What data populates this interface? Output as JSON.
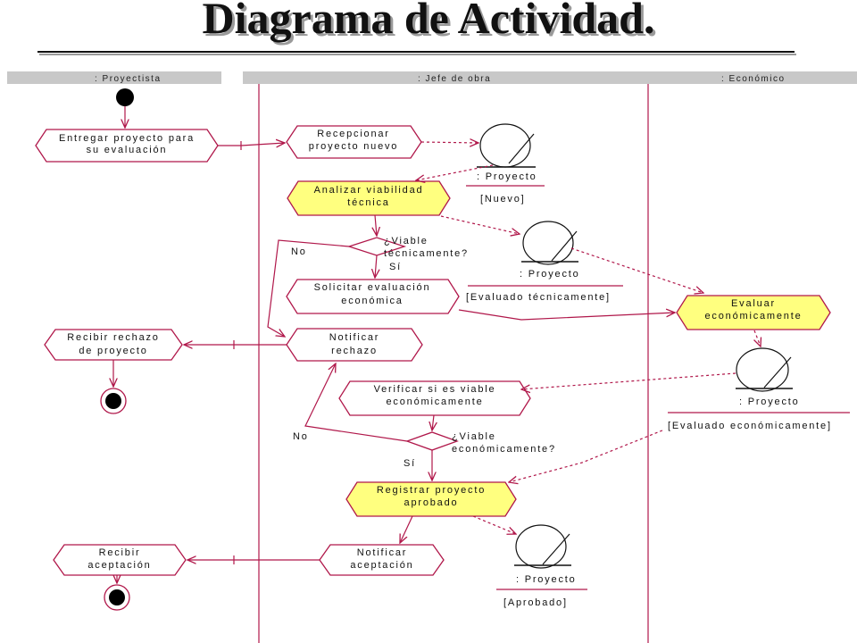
{
  "title": "Diagrama de Actividad.",
  "colors": {
    "line": "#b0174a",
    "highlight": "#ffff7f",
    "lane_header": "#c8c8c8"
  },
  "lanes": [
    ": Proyectista",
    ": Jefe de obra",
    ": Económico"
  ],
  "activities": {
    "entregar": [
      "Entregar proyecto para",
      "su evaluación"
    ],
    "recepcionar": [
      "Recepcionar",
      "proyecto nuevo"
    ],
    "analizar": [
      "Analizar viabilidad",
      "técnica"
    ],
    "solicitar": [
      "Solicitar evaluación",
      "económica"
    ],
    "evaluar": [
      "Evaluar",
      "económicamente"
    ],
    "recibir_rechazo": [
      "Recibir rechazo",
      "de proyecto"
    ],
    "notificar_rechazo": [
      "Notificar",
      "rechazo"
    ],
    "verificar": [
      "Verificar si es viable",
      "económicamente"
    ],
    "registrar": [
      "Registrar proyecto",
      "aprobado"
    ],
    "recibir_aceptacion": [
      "Recibir",
      "aceptación"
    ],
    "notificar_aceptacion": [
      "Notificar",
      "aceptación"
    ]
  },
  "objects": [
    {
      "name": ": Proyecto",
      "state": "[Nuevo]"
    },
    {
      "name": ": Proyecto",
      "state": "[Evaluado técnicamente]"
    },
    {
      "name": ": Proyecto",
      "state": "[Evaluado económicamente]"
    },
    {
      "name": ": Proyecto",
      "state": "[Aprobado]"
    }
  ],
  "decisions": {
    "tecnica": {
      "question": [
        "¿Viable",
        "técnicamente?"
      ],
      "yes": "Sí",
      "no": "No"
    },
    "economica": {
      "question": [
        "¿Viable",
        "económicamente?"
      ],
      "yes": "Sí",
      "no": "No"
    }
  }
}
